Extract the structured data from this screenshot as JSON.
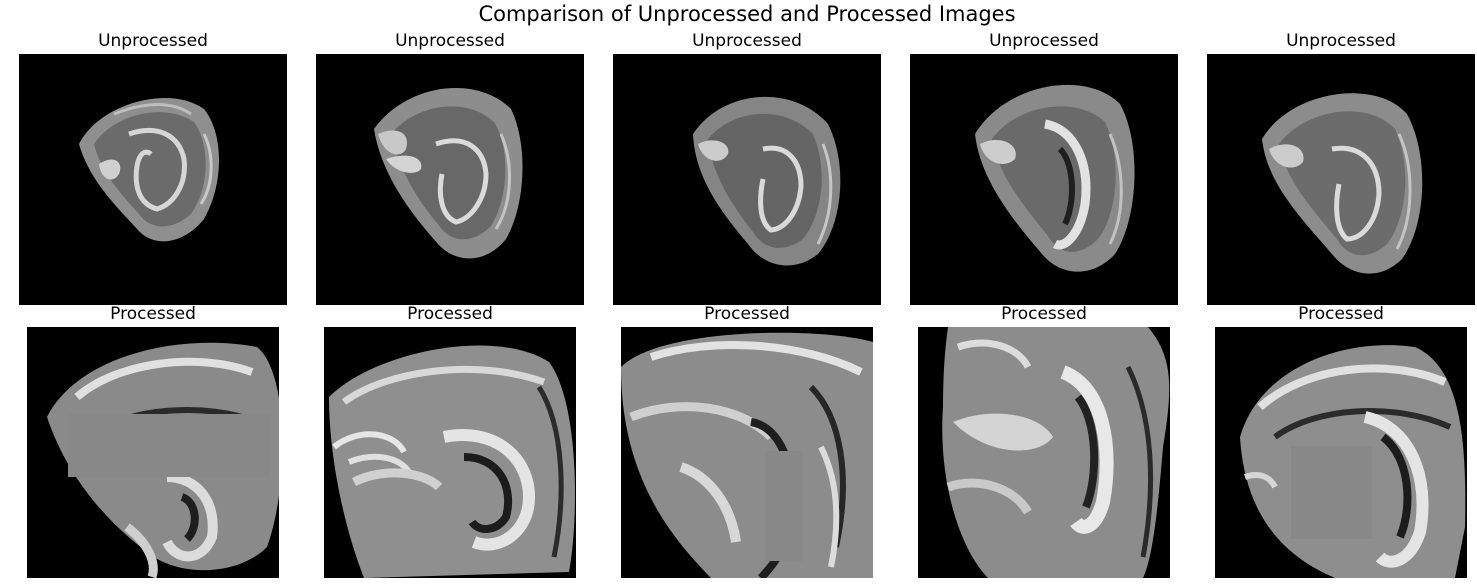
{
  "figure": {
    "title": "Comparison of Unprocessed and Processed Images"
  },
  "columns": [
    {
      "top": {
        "label": "Unprocessed",
        "image": "sagittal-brain-mri-slice-small-on-black"
      },
      "bottom": {
        "label": "Processed",
        "image": "zoomed-brain-mri-with-gray-horizontal-occlusion-box"
      }
    },
    {
      "top": {
        "label": "Unprocessed",
        "image": "sagittal-brain-mri-slice-small-on-black"
      },
      "bottom": {
        "label": "Processed",
        "image": "zoomed-brain-mri-rotated"
      }
    },
    {
      "top": {
        "label": "Unprocessed",
        "image": "sagittal-brain-mri-slice-small-on-black"
      },
      "bottom": {
        "label": "Processed",
        "image": "zoomed-brain-mri-with-gray-vertical-occlusion-box"
      }
    },
    {
      "top": {
        "label": "Unprocessed",
        "image": "sagittal-brain-mri-slice-small-on-black"
      },
      "bottom": {
        "label": "Processed",
        "image": "zoomed-brain-mri-rotated"
      }
    },
    {
      "top": {
        "label": "Unprocessed",
        "image": "sagittal-brain-mri-slice-small-on-black"
      },
      "bottom": {
        "label": "Processed",
        "image": "zoomed-brain-mri-with-gray-square-occlusion-box"
      }
    }
  ],
  "colors": {
    "background": "#000000",
    "occlusion": "#888888"
  }
}
